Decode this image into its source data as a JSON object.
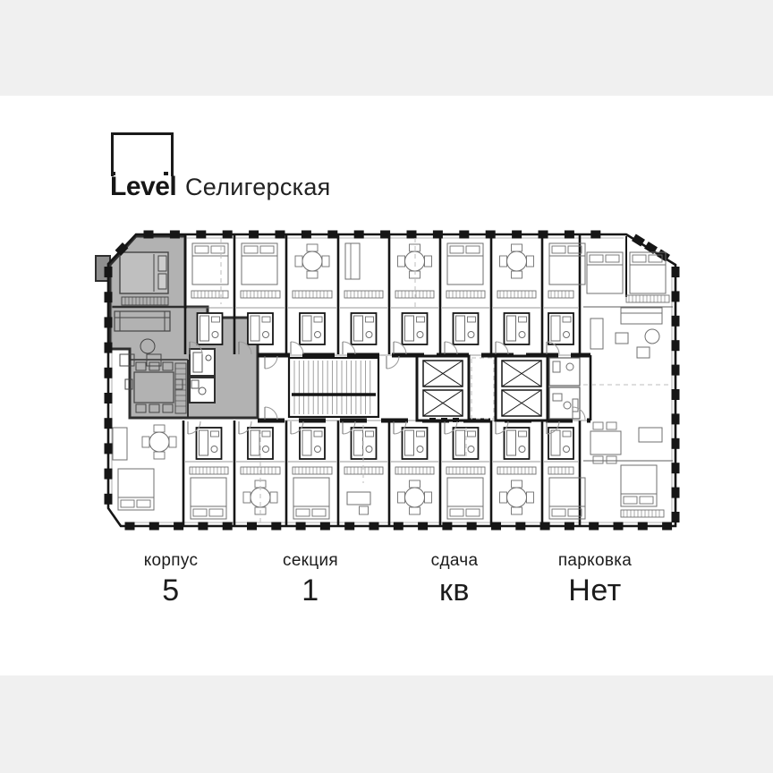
{
  "brand": {
    "logo_text": "Level",
    "project_name": "Селигерская"
  },
  "plan": {
    "name": "floor-plan",
    "colors": {
      "wall": "#161616",
      "thin_wall": "#5c5c5c",
      "furniture": "#6f6f6f",
      "light_line": "#9a9a9a",
      "dashed": "#bdbdbd",
      "highlight": "#b2b2b2",
      "highlight_wall": "#2f2f2f",
      "balcony": "#8f8f8f",
      "room_fill": "#ffffff"
    }
  },
  "footer": {
    "items": [
      {
        "label": "корпус",
        "value": "5"
      },
      {
        "label": "секция",
        "value": "1"
      },
      {
        "label": "сдача",
        "value": "кв"
      },
      {
        "label": "парковка",
        "value": "Нет"
      }
    ]
  }
}
